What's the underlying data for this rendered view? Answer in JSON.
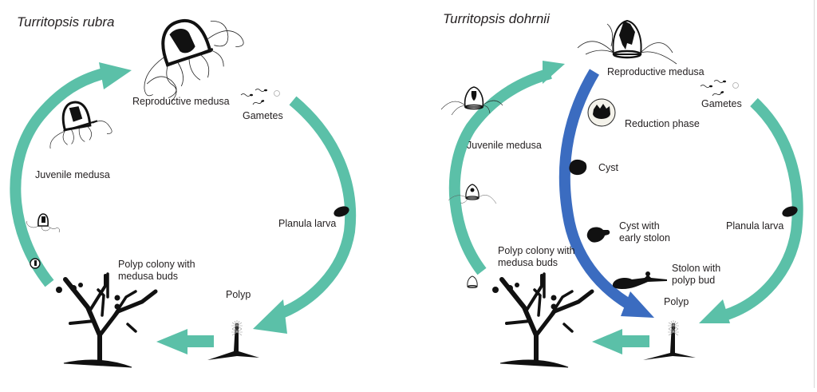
{
  "colors": {
    "cycle_arrow": "#5bc0a8",
    "reversal_arrow": "#3b6cc0",
    "organism": "#111111",
    "text": "#231f20",
    "background": "#ffffff"
  },
  "panels": [
    {
      "id": "rubra",
      "title": "Turritopsis rubra",
      "stages": [
        {
          "id": "reproductive-medusa",
          "label": "Reproductive medusa"
        },
        {
          "id": "gametes",
          "label": "Gametes"
        },
        {
          "id": "planula-larva",
          "label": "Planula larva"
        },
        {
          "id": "polyp",
          "label": "Polyp"
        },
        {
          "id": "polyp-colony",
          "label": "Polyp colony with\nmedusa buds",
          "lines": [
            "Polyp colony with",
            "medusa buds"
          ]
        },
        {
          "id": "juvenile-medusa",
          "label": "Juvenile medusa"
        }
      ],
      "arrows": [
        {
          "from": "gametes",
          "to": "polyp",
          "type": "cycle"
        },
        {
          "from": "polyp",
          "to": "polyp-colony",
          "type": "cycle"
        },
        {
          "from": "polyp-colony",
          "to": "reproductive-medusa",
          "type": "cycle"
        }
      ]
    },
    {
      "id": "dohrnii",
      "title": "Turritopsis dohrnii",
      "stages": [
        {
          "id": "reproductive-medusa",
          "label": "Reproductive medusa"
        },
        {
          "id": "gametes",
          "label": "Gametes"
        },
        {
          "id": "planula-larva",
          "label": "Planula larva"
        },
        {
          "id": "polyp",
          "label": "Polyp"
        },
        {
          "id": "polyp-colony",
          "label": "Polyp colony with\nmedusa buds",
          "lines": [
            "Polyp colony with",
            "medusa buds"
          ]
        },
        {
          "id": "juvenile-medusa",
          "label": "Juvenile medusa"
        },
        {
          "id": "reduction-phase",
          "label": "Reduction phase"
        },
        {
          "id": "cyst",
          "label": "Cyst"
        },
        {
          "id": "cyst-early-stolon",
          "label": "Cyst with\nearly stolon",
          "lines": [
            "Cyst with",
            "early stolon"
          ]
        },
        {
          "id": "stolon-polyp-bud",
          "label": "Stolon with\npolyp bud",
          "lines": [
            "Stolon with",
            "polyp bud"
          ]
        }
      ],
      "arrows": [
        {
          "from": "gametes",
          "to": "polyp",
          "type": "cycle"
        },
        {
          "from": "polyp",
          "to": "polyp-colony",
          "type": "cycle"
        },
        {
          "from": "polyp-colony",
          "to": "reproductive-medusa",
          "type": "cycle"
        },
        {
          "from": "reproductive-medusa",
          "to": "polyp",
          "type": "reversal"
        }
      ]
    }
  ]
}
